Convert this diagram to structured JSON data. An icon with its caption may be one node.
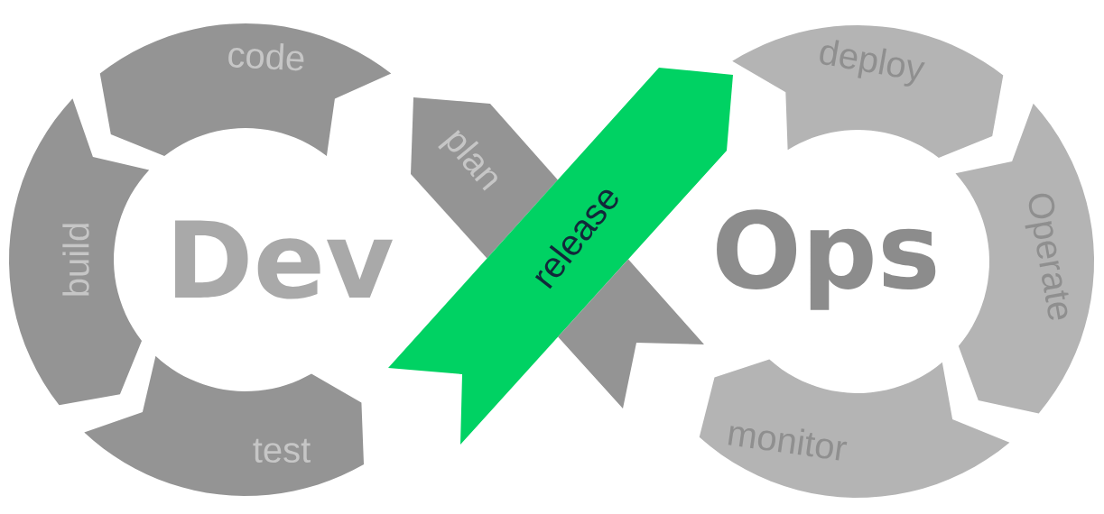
{
  "diagram": {
    "nodes": [
      {
        "text": [
          "code"
        ]
      },
      {
        "text": [
          "plan"
        ]
      },
      {
        "text": [
          "release"
        ]
      },
      {
        "text": [
          "deploy"
        ]
      },
      {
        "text": [
          "build"
        ]
      },
      {
        "text": [
          "Operate"
        ]
      },
      {
        "text": [
          "test"
        ]
      },
      {
        "text": [
          "monitor"
        ]
      },
      {
        "text": [],
        "shape": "arrow"
      }
    ],
    "labels": [
      "Dev",
      "Ops"
    ]
  }
}
